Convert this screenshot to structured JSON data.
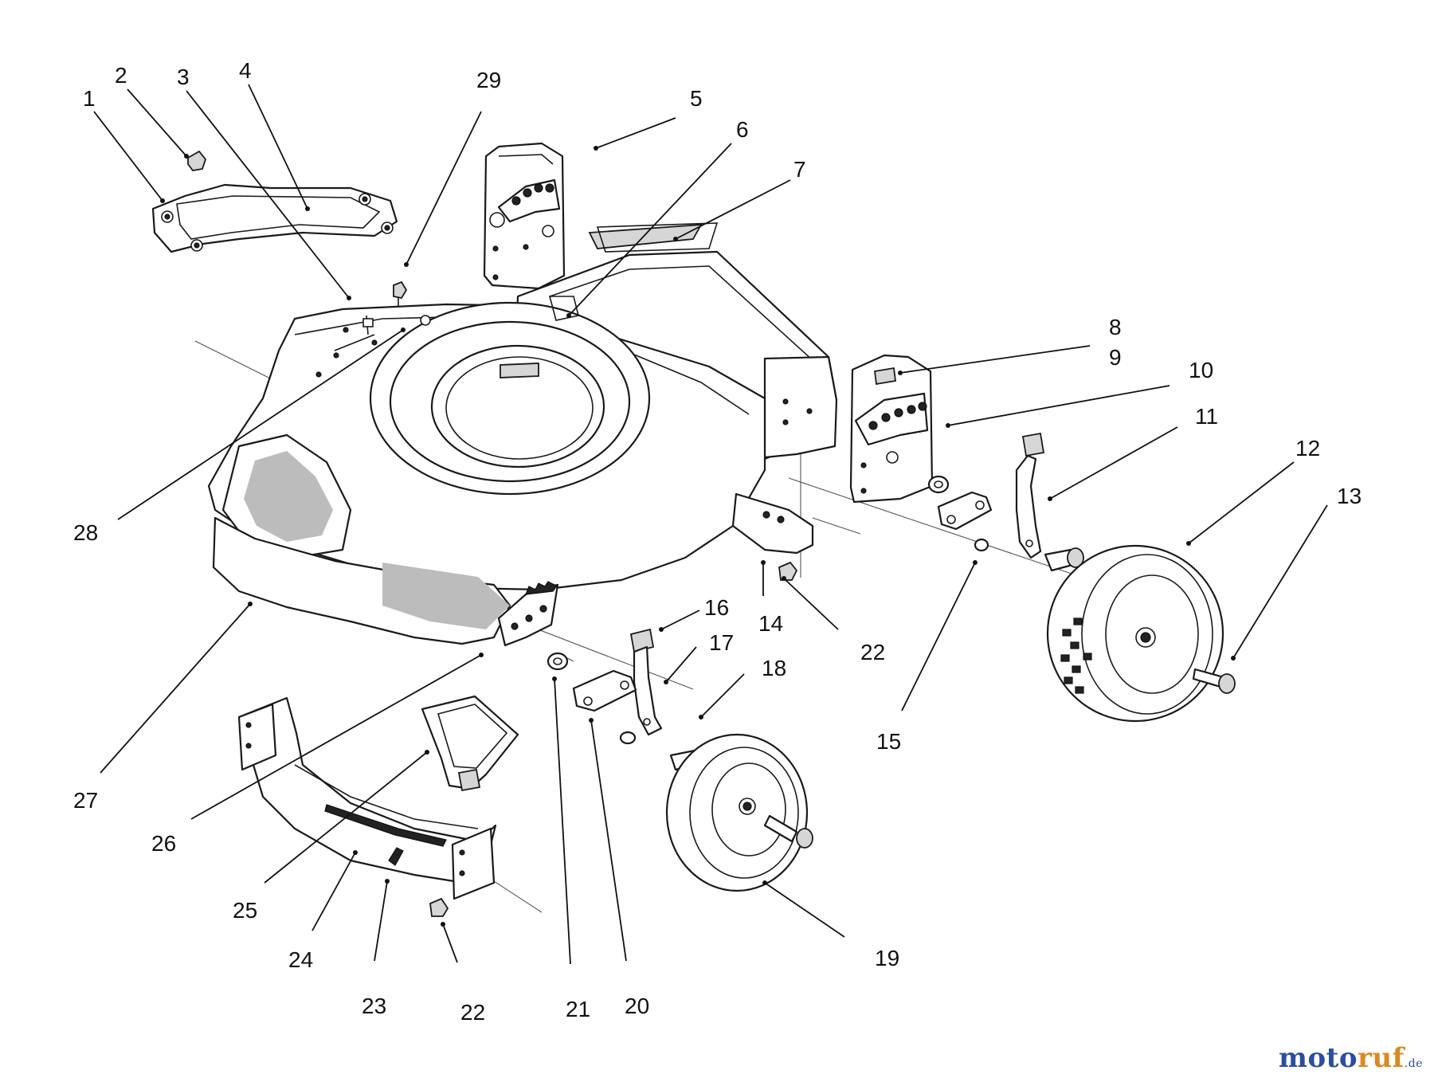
{
  "diagram": {
    "callouts": [
      "1",
      "2",
      "3",
      "4",
      "29",
      "5",
      "6",
      "7",
      "8",
      "9",
      "10",
      "11",
      "12",
      "13",
      "28",
      "14",
      "22",
      "16",
      "17",
      "18",
      "15",
      "27",
      "26",
      "25",
      "24",
      "23",
      "22",
      "21",
      "20",
      "19"
    ]
  },
  "watermark": {
    "part_a": "moto",
    "part_b": "ruf",
    "suffix": ".de"
  },
  "colors": {
    "ink": "#111111",
    "watermark_blue": "#2c4f9c",
    "watermark_orange": "#d98a22"
  }
}
